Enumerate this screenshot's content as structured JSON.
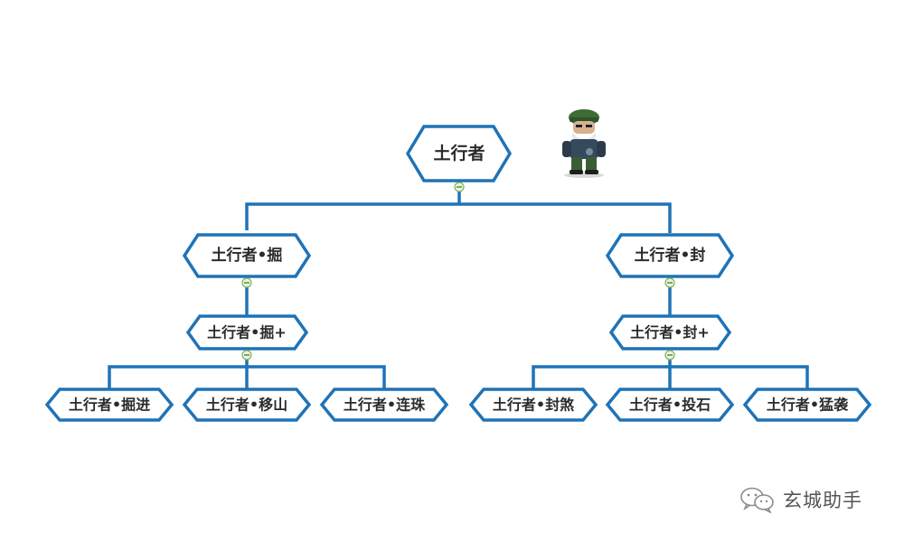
{
  "colors": {
    "accent": "#1f73b7",
    "node_fill": "#ffffff",
    "text": "#2b2b2b",
    "toggle": "#7fb35a"
  },
  "diagram": {
    "root": {
      "label": "土行者"
    },
    "branches": [
      {
        "label": "土行者•掘",
        "upgrade": "土行者•掘+",
        "children": [
          "土行者•掘进",
          "土行者•移山",
          "土行者•连珠"
        ]
      },
      {
        "label": "土行者•封",
        "upgrade": "土行者•封+",
        "children": [
          "土行者•封煞",
          "土行者•投石",
          "土行者•猛袭"
        ]
      }
    ]
  },
  "watermark": {
    "text": "玄城助手",
    "icon": "wechat-icon"
  }
}
